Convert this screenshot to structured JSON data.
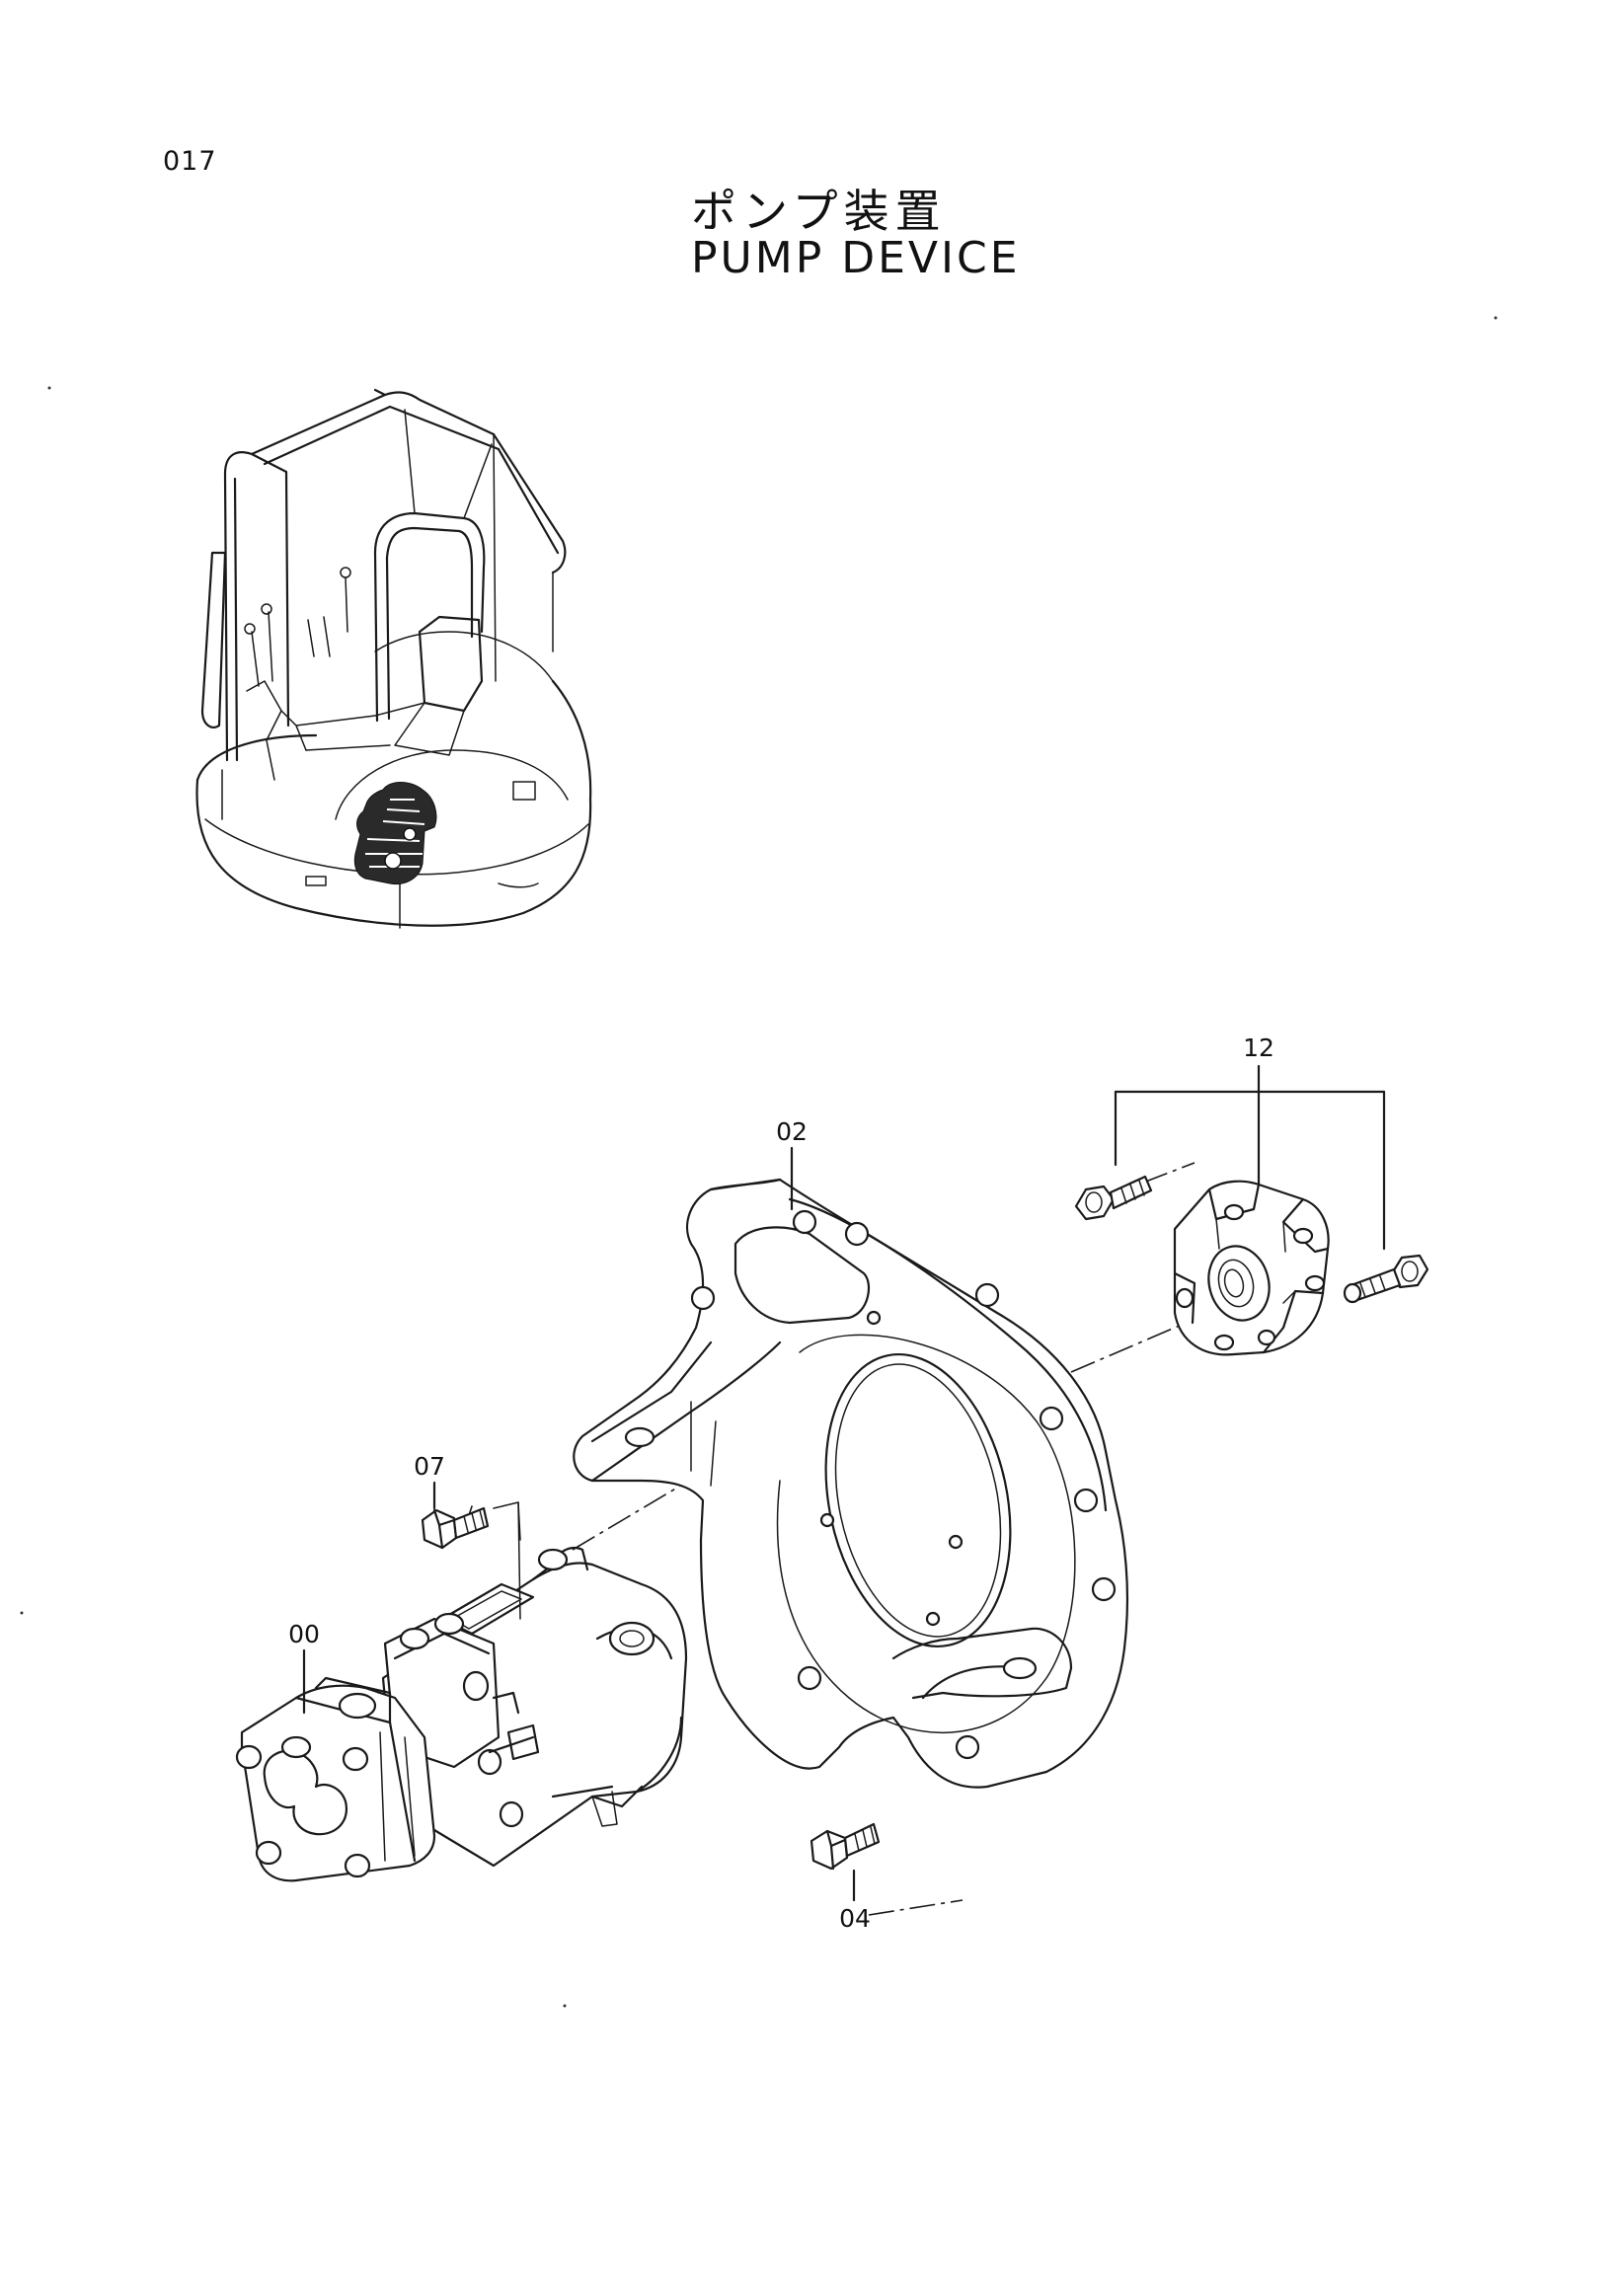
{
  "page_number": "017",
  "title_ja": "ポンプ装置",
  "title_en": "PUMP  DEVICE",
  "callouts": {
    "pump": "00",
    "housing": "02",
    "bolt_housing": "04",
    "bolt_pump": "07",
    "coupling": "12"
  }
}
